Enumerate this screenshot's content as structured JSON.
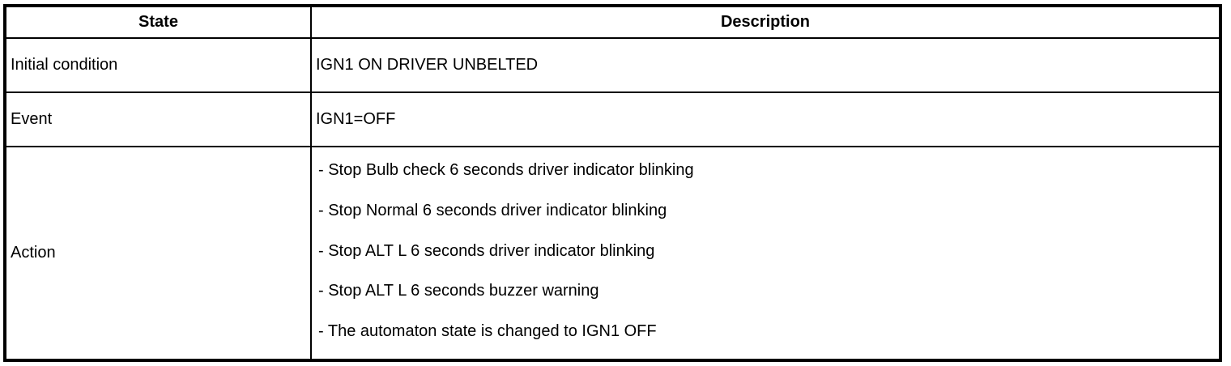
{
  "table": {
    "headers": {
      "state": "State",
      "description": "Description"
    },
    "rows": [
      {
        "state": "Initial condition",
        "description": "IGN1 ON DRIVER UNBELTED"
      },
      {
        "state": "Event",
        "description": "IGN1=OFF"
      }
    ],
    "action_row": {
      "state": "Action",
      "items": [
        "- Stop Bulb check 6 seconds driver indicator blinking",
        "- Stop Normal 6 seconds driver indicator blinking",
        "- Stop ALT L 6 seconds driver indicator blinking",
        "- Stop ALT L 6 seconds buzzer warning",
        "- The automaton state is changed to IGN1 OFF"
      ]
    },
    "colors": {
      "border": "#000000",
      "background": "#ffffff",
      "text": "#000000"
    }
  }
}
